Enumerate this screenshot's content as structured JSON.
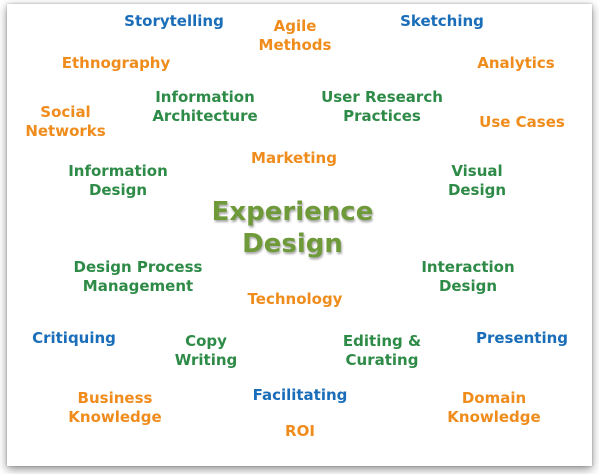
{
  "center": "Experience\nDesign",
  "colors": {
    "blue": "#1a6db8",
    "orange": "#ef8c1c",
    "green": "#2e8b47",
    "center": "#6f9a3a"
  },
  "terms": {
    "storytelling": "Storytelling",
    "agile_methods": "Agile\nMethods",
    "sketching": "Sketching",
    "ethnography": "Ethnography",
    "analytics": "Analytics",
    "social_networks": "Social\nNetworks",
    "information_architecture": "Information\nArchitecture",
    "user_research_practices": "User Research\nPractices",
    "use_cases": "Use Cases",
    "marketing": "Marketing",
    "information_design": "Information\nDesign",
    "visual_design": "Visual\nDesign",
    "design_process_management": "Design Process\nManagement",
    "interaction_design": "Interaction\nDesign",
    "technology": "Technology",
    "critiquing": "Critiquing",
    "copy_writing": "Copy\nWriting",
    "editing_curating": "Editing &\nCurating",
    "presenting": "Presenting",
    "business_knowledge": "Business\nKnowledge",
    "facilitating": "Facilitating",
    "domain_knowledge": "Domain\nKnowledge",
    "roi": "ROI"
  }
}
